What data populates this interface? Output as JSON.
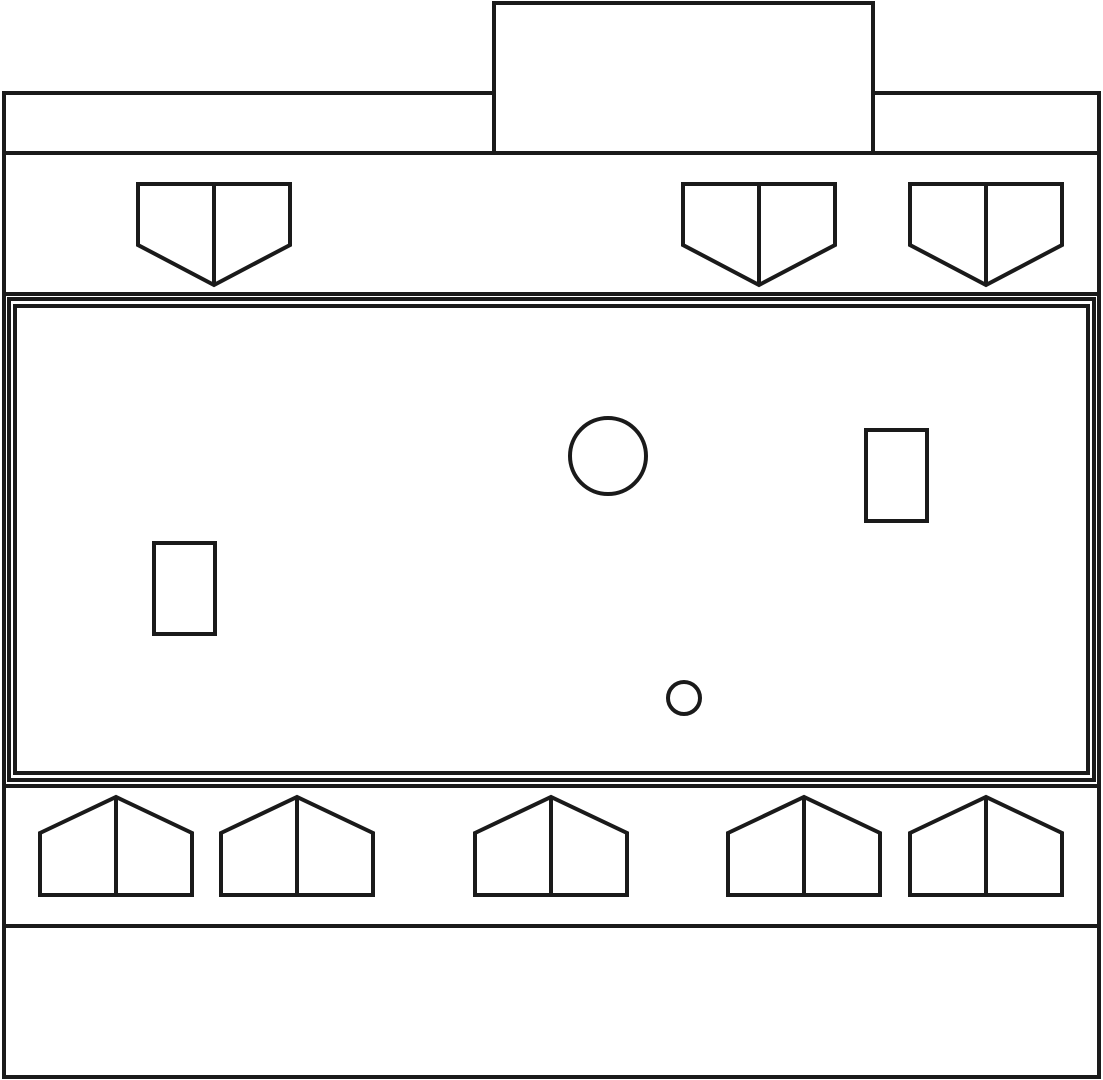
{
  "diagram": {
    "stroke_color": "#1a1a1a",
    "background_color": "#ffffff",
    "top_window_count": 3,
    "bottom_window_count": 5,
    "panel_features": [
      "large-circle",
      "small-circle",
      "rectangle-right",
      "rectangle-left"
    ]
  }
}
